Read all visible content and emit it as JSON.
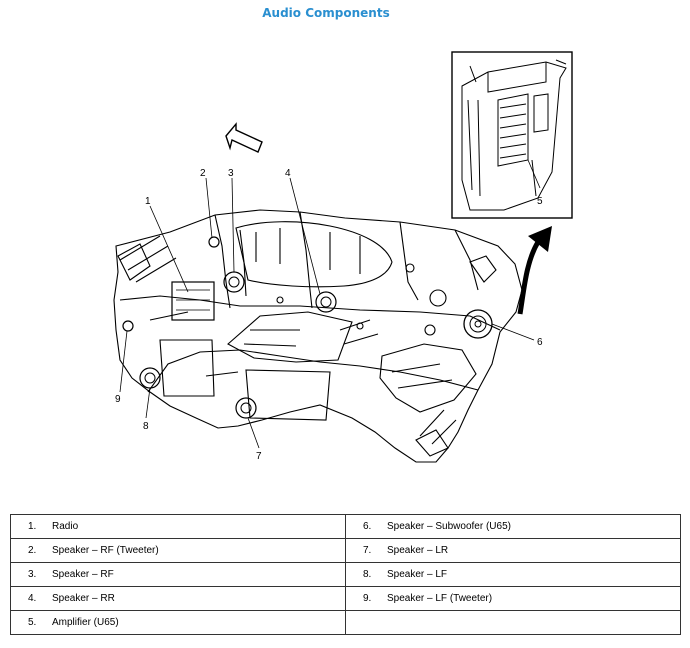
{
  "title": "Audio Components",
  "callouts": [
    "1",
    "2",
    "3",
    "4",
    "5",
    "6",
    "7",
    "8",
    "9"
  ],
  "legend": {
    "left": [
      {
        "num": "1.",
        "label": "Radio"
      },
      {
        "num": "2.",
        "label": "Speaker – RF (Tweeter)"
      },
      {
        "num": "3.",
        "label": "Speaker – RF"
      },
      {
        "num": "4.",
        "label": "Speaker – RR"
      },
      {
        "num": "5.",
        "label": "Amplifier (U65)"
      }
    ],
    "right": [
      {
        "num": "6.",
        "label": "Speaker – Subwoofer (U65)"
      },
      {
        "num": "7.",
        "label": "Speaker – LR"
      },
      {
        "num": "8.",
        "label": "Speaker – LF"
      },
      {
        "num": "9.",
        "label": "Speaker – LF (Tweeter)"
      }
    ]
  }
}
